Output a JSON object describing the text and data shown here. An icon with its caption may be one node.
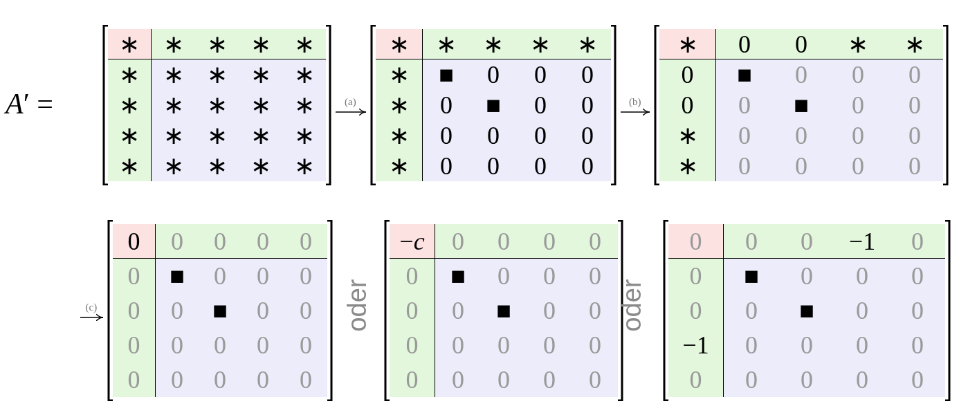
{
  "diagram": {
    "nodes": [
      {
        "text": [
          "∗",
          "∗",
          "∗",
          "∗",
          "∗",
          "∗",
          "∗",
          "∗",
          "∗",
          "∗",
          "∗",
          "∗",
          "∗",
          "∗",
          "∗",
          "∗",
          "∗",
          "∗",
          "∗",
          "∗",
          "∗",
          "∗",
          "∗",
          "∗",
          "∗"
        ],
        "beside": [
          "*A*′ ="
        ]
      },
      {
        "text": [
          "∗",
          "∗",
          "∗",
          "∗",
          "∗",
          "∗",
          "■",
          "0",
          "0",
          "0",
          "∗",
          "0",
          "■",
          "0",
          "0",
          "∗",
          "0",
          "0",
          "0",
          "0",
          "∗",
          "0",
          "0",
          "0",
          "0"
        ]
      },
      {
        "text": [
          "∗",
          "0",
          "0",
          "∗",
          "∗",
          "0",
          "■",
          "0",
          "0",
          "0",
          "0",
          "0",
          "■",
          "0",
          "0",
          "∗",
          "0",
          "0",
          "0",
          "0",
          "∗",
          "0",
          "0",
          "0",
          "0"
        ]
      },
      {
        "text": [
          "0",
          "0",
          "0",
          "0",
          "0",
          "0",
          "■",
          "0",
          "0",
          "0",
          "0",
          "0",
          "■",
          "0",
          "0",
          "0",
          "0",
          "0",
          "0",
          "0",
          "0",
          "0",
          "0",
          "0",
          "0"
        ]
      },
      {
        "text": [
          "−*c*",
          "0",
          "0",
          "0",
          "0",
          "0",
          "■",
          "0",
          "0",
          "0",
          "0",
          "0",
          "■",
          "0",
          "0",
          "0",
          "0",
          "0",
          "0",
          "0",
          "0",
          "0",
          "0",
          "0",
          "0"
        ]
      },
      {
        "text": [
          "0",
          "0",
          "0",
          "−1",
          "0",
          "0",
          "■",
          "0",
          "0",
          "0",
          "0",
          "0",
          "■",
          "0",
          "0",
          "−1",
          "0",
          "0",
          "0",
          "0",
          "0",
          "0",
          "0",
          "0",
          "0"
        ]
      }
    ],
    "edges": [
      {
        "from": 0,
        "to": 1,
        "arrow": "to",
        "label": "(a)"
      },
      {
        "from": 1,
        "to": 2,
        "arrow": "to",
        "label": "(b)"
      },
      {
        "from": null,
        "to": 3,
        "arrow": "to",
        "label": "(c)"
      }
    ],
    "labels": [
      "oder",
      "oder"
    ]
  }
}
